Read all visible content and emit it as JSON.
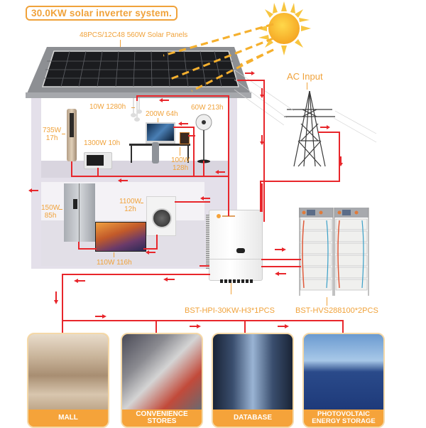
{
  "title": "30.0KW solar inverter system.",
  "solar_panels": {
    "label": "48PCS/12C48 560W Solar Panels"
  },
  "sun": {
    "icon": "sun-icon"
  },
  "ac_input": {
    "label": "AC Input",
    "icon": "power-tower-icon"
  },
  "appliances": {
    "lamp": {
      "power": "10W",
      "hours": "1280h",
      "label": "10W 1280h"
    },
    "computer": {
      "label": "200W 64h"
    },
    "fan": {
      "label": "60W 213h"
    },
    "tower_ac": {
      "line1": "735W",
      "line2": "17h"
    },
    "microwave": {
      "label": "1300W 10h"
    },
    "speaker": {
      "line1": "100W",
      "line2": "128h"
    },
    "fridge": {
      "line1": "150W",
      "line2": "85h"
    },
    "washer": {
      "line1": "1100W",
      "line2": "12h"
    },
    "tv": {
      "label": "110W 116h"
    }
  },
  "inverter": {
    "label": "BST-HPI-30KW-H3*1PCS"
  },
  "battery": {
    "label": "BST-HVS288100*2PCS"
  },
  "applications": [
    {
      "label": "MALL"
    },
    {
      "label": "CONVENIENCE STORES"
    },
    {
      "label": "DATABASE"
    },
    {
      "label_line1": "PHOTOVOLTAIC",
      "label_line2": "ENERGY STORAGE"
    }
  ],
  "colors": {
    "accent_orange": "#f0a23a",
    "flow_red": "#e8262b",
    "card_orange": "#f5a33a",
    "house_wall": "#e4e0ea"
  }
}
